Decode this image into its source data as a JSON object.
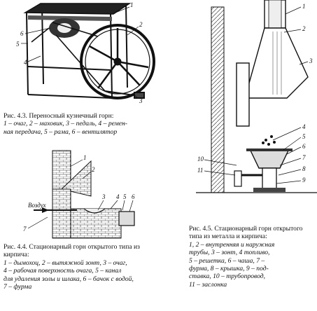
{
  "figures": {
    "fig43": {
      "caption_title": "Рис. 4.3. Переносный кузнечный горн:",
      "caption_lines": [
        "1 – очаг, 2 – маховик, 3 – педаль, 4 – ремен-",
        "ная передача, 5 – рама, 6 – вентилятор"
      ],
      "labels": [
        "1",
        "2",
        "3",
        "4",
        "5",
        "6"
      ]
    },
    "fig44": {
      "caption_title": "Рис. 4.4. Стационарный горн открытого типа из кирпича:",
      "caption_lines": [
        "1 – дымохоц, 2 – вытяжной зонт, 3 – очаг,",
        "4 – рабочая поверхность очага, 5 – канал",
        "для удаления золы и шлака, 6 – бачок с водой,",
        "7 – фурма"
      ],
      "air_label": "Воздух",
      "labels": [
        "1",
        "2",
        "3",
        "4",
        "5",
        "6",
        "7"
      ]
    },
    "fig45": {
      "caption_title": "Рис. 4.5. Стационарный горн открытого типа из металла и кирпича:",
      "caption_lines": [
        "1, 2 – внутренняя и наружная",
        "трубы, 3 – зонт, 4 топливо,",
        "5 – решетка, 6 – чаша, 7 –",
        "фурма, 8 – крышка, 9 – под-",
        "ставка, 10 – трубопровод,",
        "11 – заслонка"
      ],
      "labels": [
        "1",
        "2",
        "3",
        "4",
        "5",
        "6",
        "7",
        "8",
        "9",
        "10",
        "11"
      ]
    }
  }
}
